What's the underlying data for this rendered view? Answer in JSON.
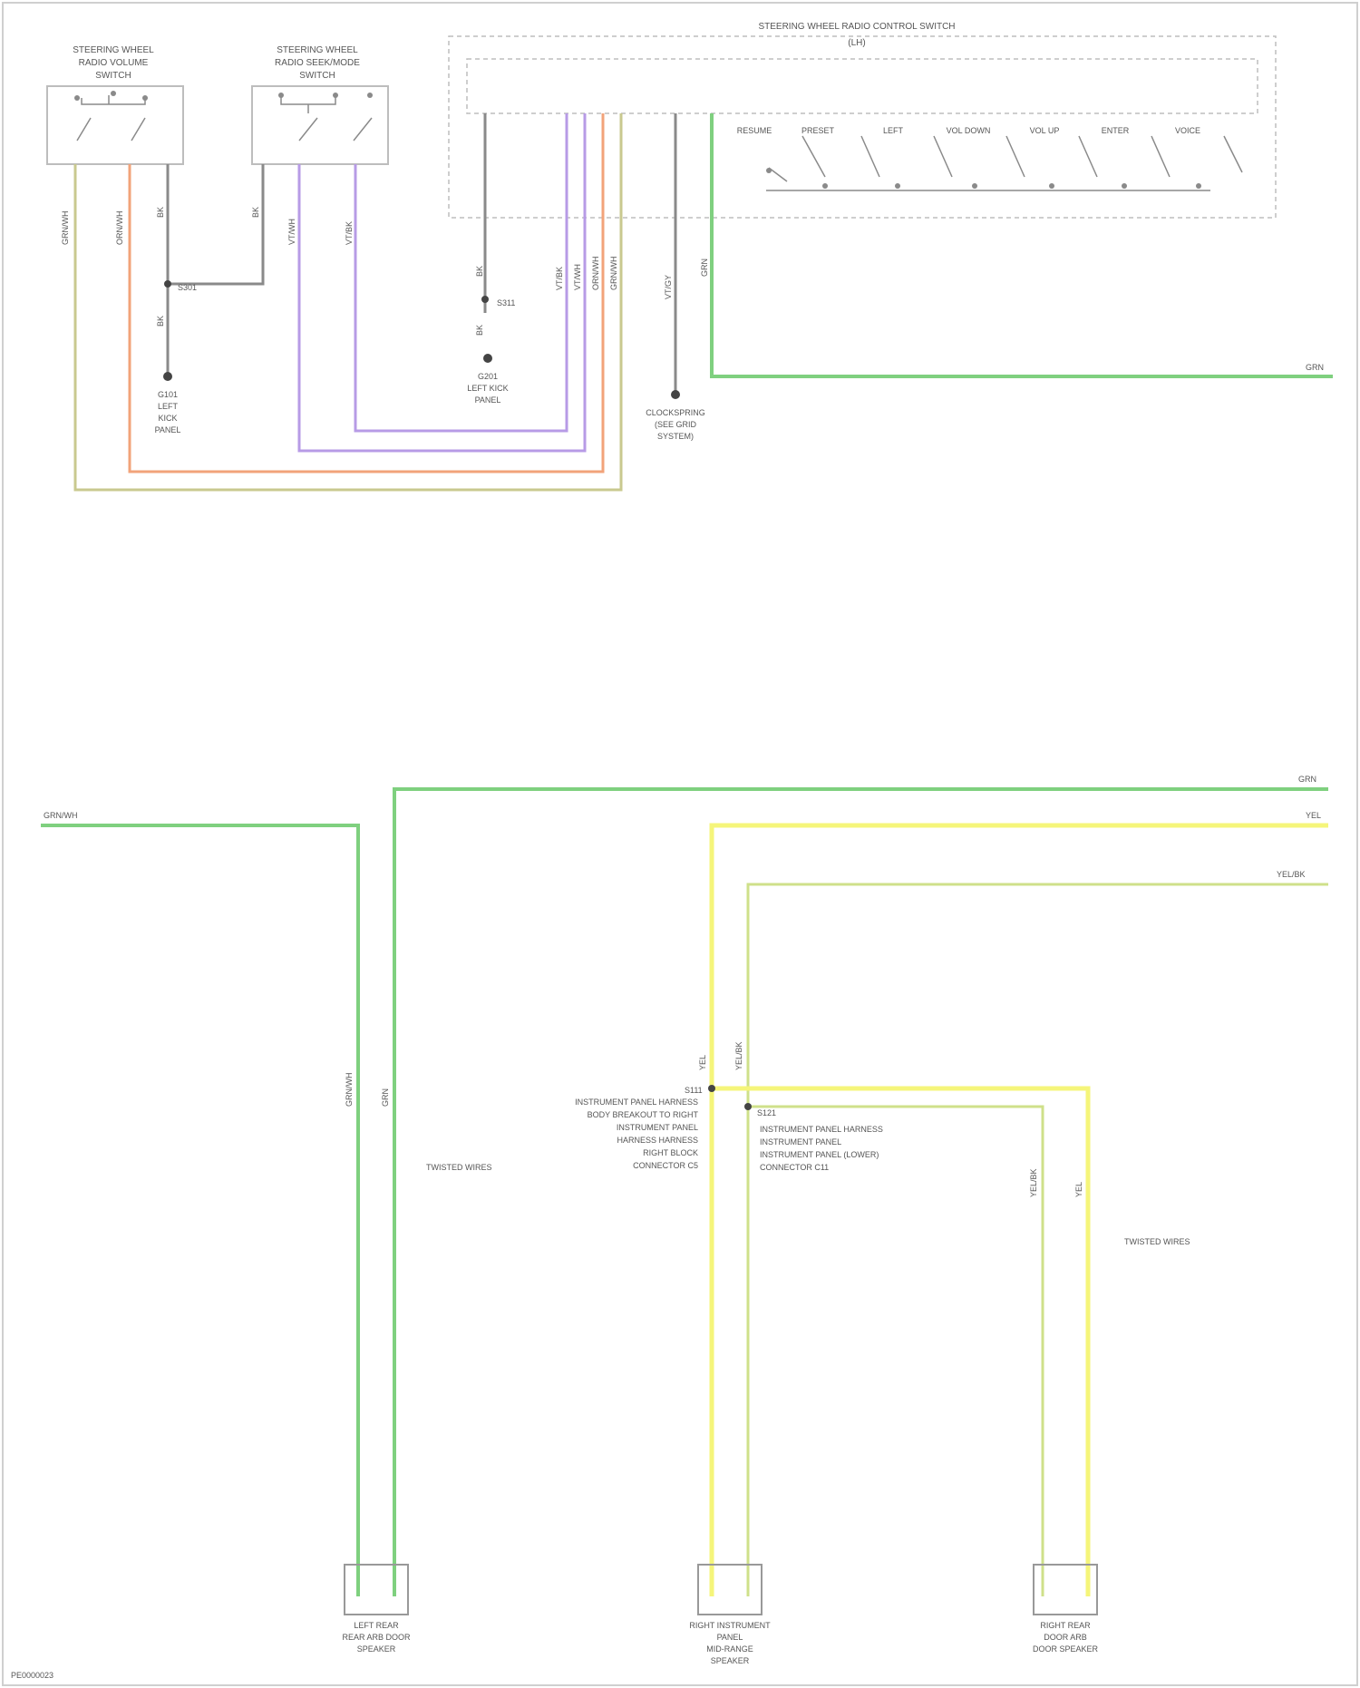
{
  "diagram": {
    "components": {
      "volume_switch": [
        "STEERING WHEEL",
        "RADIO VOLUME",
        "SWITCH"
      ],
      "seek_switch": [
        "STEERING WHEEL",
        "RADIO SEEK/MODE",
        "SWITCH"
      ],
      "main_switch": [
        "STEERING WHEEL RADIO CONTROL SWITCH",
        "(LH)"
      ],
      "ground_left": [
        "G101",
        "LEFT",
        "KICK",
        "PANEL"
      ],
      "ground_mid": [
        "G201",
        "LEFT KICK",
        "PANEL"
      ],
      "clockspring": [
        "CLOCKSPRING",
        "(SEE GRID",
        "SYSTEM)"
      ],
      "left_speaker": [
        "LEFT REAR",
        "REAR ARB DOOR",
        "SPEAKER"
      ],
      "center_speaker": [
        "RIGHT INSTRUMENT",
        "PANEL",
        "MID-RANGE",
        "SPEAKER"
      ],
      "right_speaker": [
        "RIGHT REAR",
        "DOOR ARB",
        "DOOR SPEAKER"
      ]
    },
    "switch_buttons": [
      "RESUME",
      "PRESET",
      "LEFT",
      "VOL DOWN",
      "VOL UP",
      "ENTER",
      "VOICE"
    ],
    "wire_labels": {
      "vol_left": "GRN/WH",
      "vol_mid": "ORN/WH",
      "vol_right": "BK",
      "seek_left": "BK",
      "seek_mid": "VT/WH",
      "seek_right": "VT/BK",
      "ground_wire": "BK",
      "splice_left": "S301",
      "splice_mid": "S311",
      "main_a": "BK",
      "main_b": "BK",
      "main_grp1": "VT/BK",
      "main_grp2": "VT/WH",
      "main_grp3": "ORN/WH",
      "main_grp4": "GRN/WH",
      "clock_wire": "VT/GY",
      "green_wire": "GRN",
      "arrow_top": "GRN",
      "arrow_mid": "GRN",
      "arrow_yel": "YEL",
      "arrow_olive": "YEL/BK",
      "arrow_left": "GRN/WH"
    },
    "lower_labels": {
      "twisted": "TWISTED WIRES",
      "twisted2": "TWISTED WIRES",
      "left_block": [
        "INSTRUMENT PANEL HARNESS",
        "BODY BREAKOUT TO RIGHT",
        "INSTRUMENT PANEL",
        "HARNESS HARNESS",
        "RIGHT BLOCK",
        "CONNECTOR C5"
      ],
      "right_block": [
        "INSTRUMENT PANEL HARNESS",
        "INSTRUMENT PANEL",
        "INSTRUMENT PANEL (LOWER)",
        "CONNECTOR C11"
      ],
      "s1": "S111",
      "s2": "S121",
      "left_g": "GRN/WH",
      "left_g2": "GRN",
      "mid_y": "YEL",
      "mid_yb": "YEL/BK",
      "right_yb": "YEL/BK",
      "right_y": "YEL"
    },
    "footer": "PE0000023"
  }
}
